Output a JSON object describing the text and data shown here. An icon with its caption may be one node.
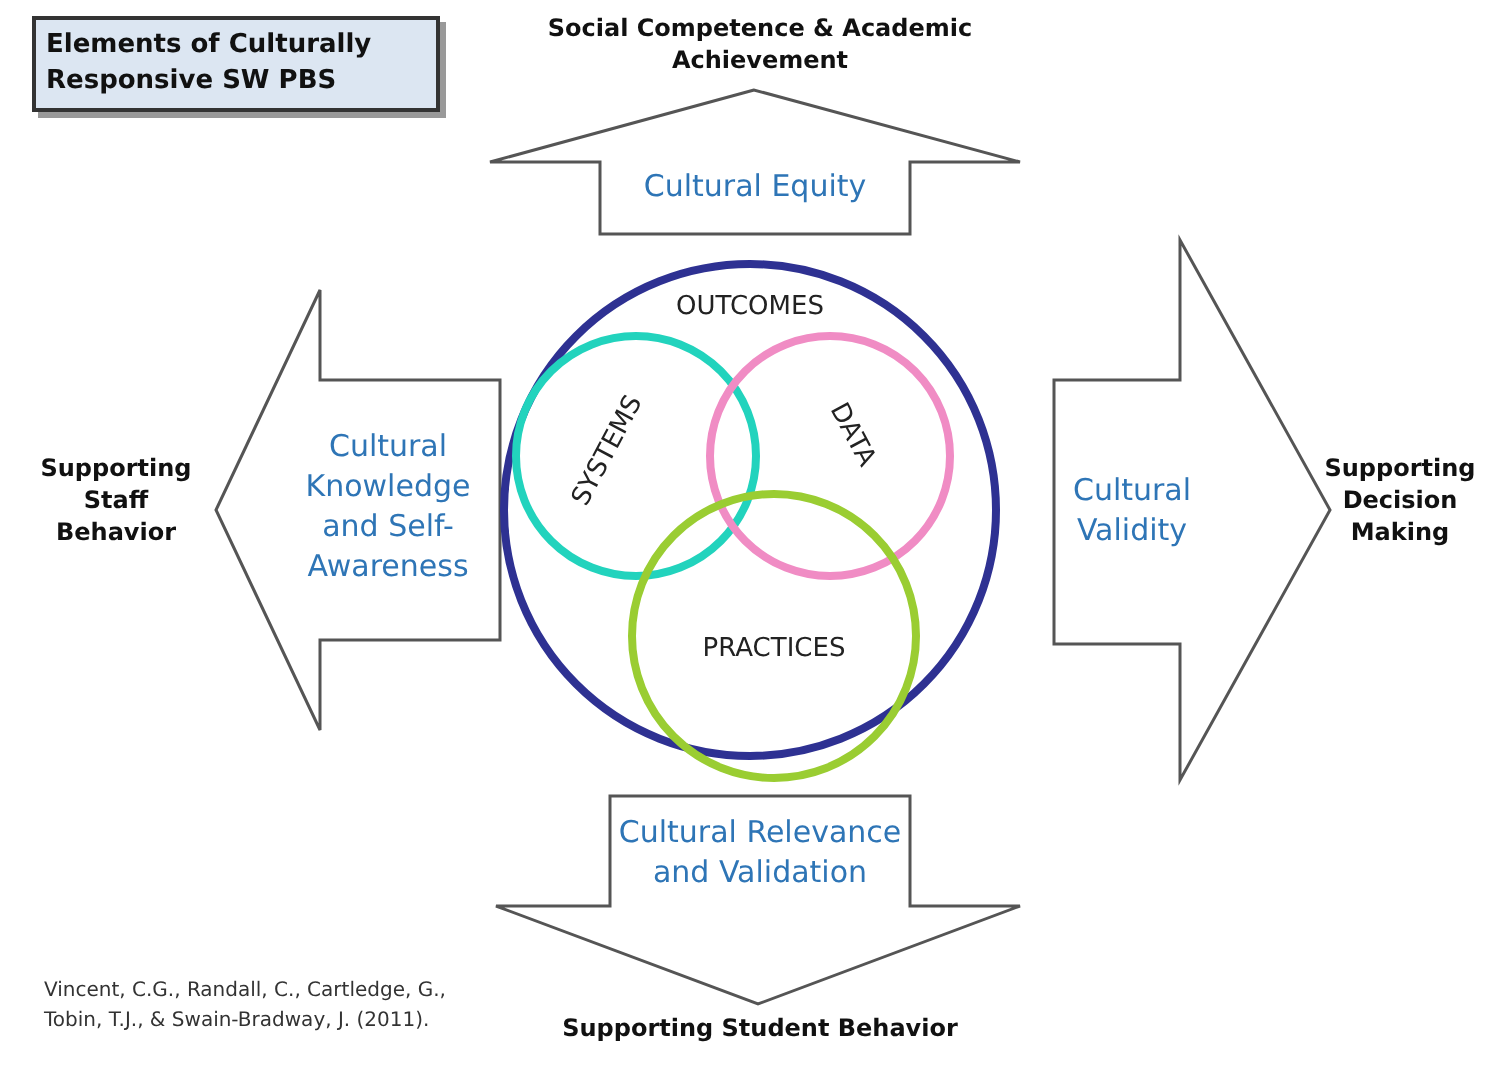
{
  "diagram": {
    "title": "Elements of Culturally Responsive SW PBS",
    "caption": "Vincent, C.G., Randall, C., Cartledge, G., Tobin, T.J., & Swain-Bradway, J. (2011).",
    "nodes": [
      {
        "text": [
          "Cultural Equity"
        ],
        "beside": [
          "Social Competence & Academic Achievement"
        ]
      },
      {
        "text": [
          "Cultural Knowledge and Self-Awareness"
        ],
        "beside": [
          "Supporting Staff Behavior"
        ]
      },
      {
        "text": [
          "OUTCOMES"
        ]
      },
      {
        "text": [
          "SYSTEMS"
        ],
        "in": 2
      },
      {
        "text": [
          "DATA"
        ],
        "in": 2
      },
      {
        "text": [
          "PRACTICES"
        ],
        "in": 2
      },
      {
        "text": [
          "Cultural Validity"
        ],
        "beside": [
          "Supporting Decision Making"
        ]
      },
      {
        "text": [
          "Cultural Relevance and Validation"
        ],
        "beside": [
          "Supporting Student Behavior"
        ]
      }
    ],
    "edges": []
  }
}
